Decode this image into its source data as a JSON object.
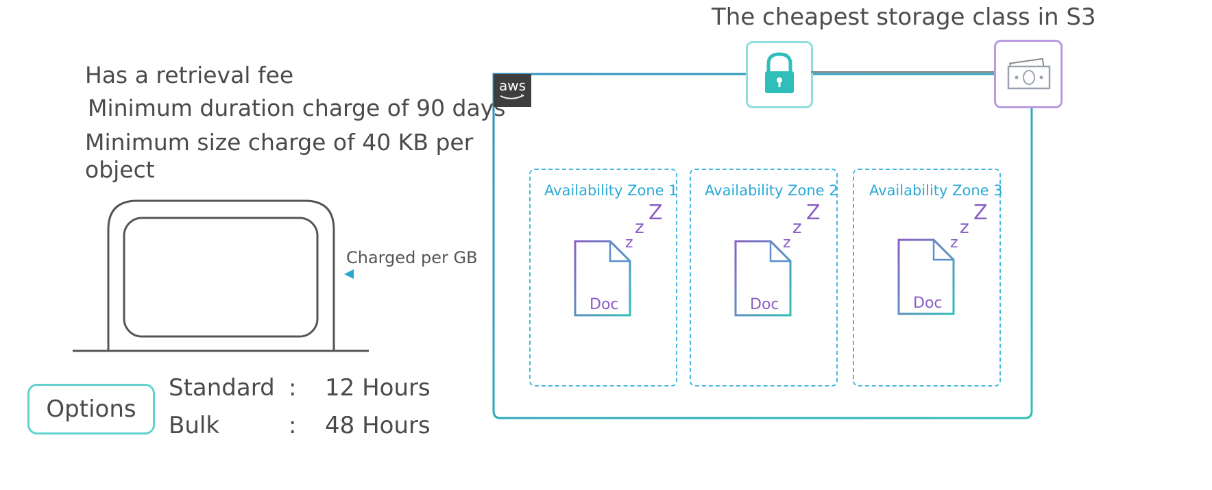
{
  "title": "The cheapest storage class in S3",
  "facts": [
    "Has a retrieval fee",
    "Minimum duration charge of 90 days",
    "Minimum size charge of 40 KB per object"
  ],
  "charged_label": "Charged per GB",
  "aws_logo": "aws",
  "zones": [
    {
      "label": "Availability Zone 1",
      "doc": "Doc"
    },
    {
      "label": "Availability Zone 2",
      "doc": "Doc"
    },
    {
      "label": "Availability Zone 3",
      "doc": "Doc"
    }
  ],
  "options": {
    "label": "Options",
    "rows": [
      {
        "name": "Standard",
        "sep": ":",
        "time": "12 Hours"
      },
      {
        "name": "Bulk",
        "sep": ":",
        "time": "48 Hours"
      }
    ]
  },
  "colors": {
    "teal": "#62d2cf",
    "purple": "#8a5fc4",
    "blue_text": "#29a9d6",
    "frame": "#2fb5b5"
  },
  "icons": [
    "lock-icon",
    "money-icon",
    "laptop-icon",
    "sleep-z-icon",
    "document-icon"
  ]
}
